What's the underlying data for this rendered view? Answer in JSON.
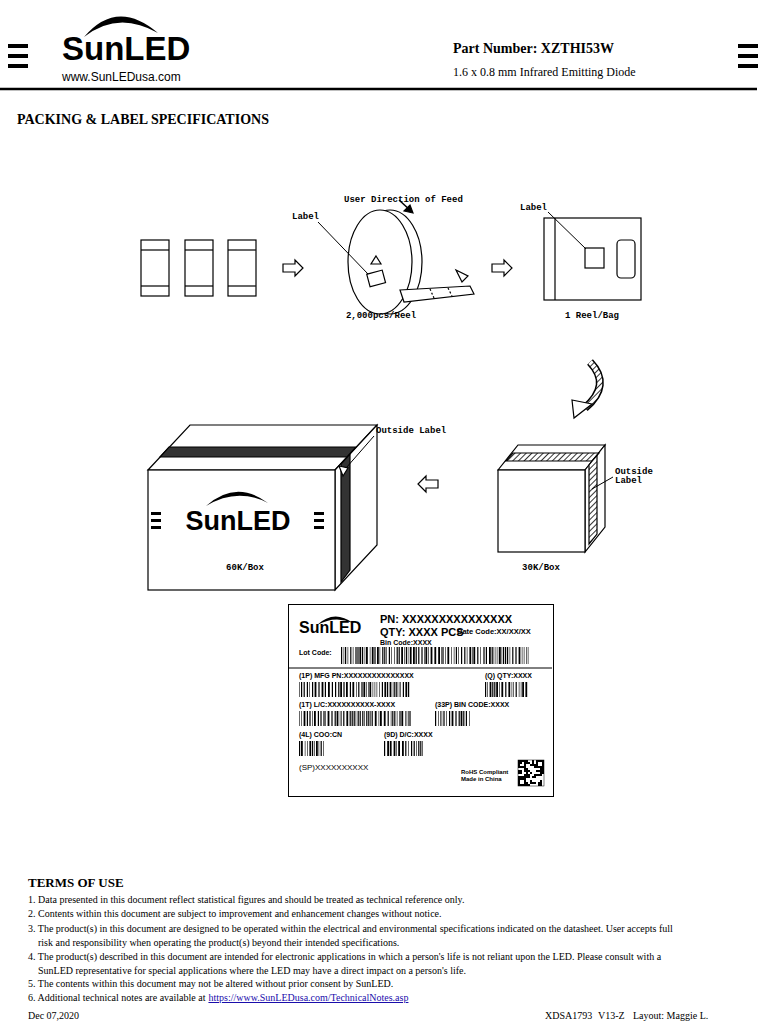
{
  "diagram": {
    "title": "PACKING & LABEL SPECIFICATIONS",
    "nodes": [
      {
        "text": [
          "SunLED",
          "PN: XXXXXXXXXXXXXXX",
          "QTY: XXXX PCS",
          "Date Code:XX/XX/XX",
          "Bin Code:XXXX",
          "Lot Code:",
          "(1P) MFG PN:XXXXXXXXXXXXXXX",
          "(Q) QTY:XXXX",
          "(1T) L/C:XXXXXXXXXX-XXXX",
          "(33P) BIN CODE:XXXX",
          "(4L) COO:CN",
          "(9D) D/C:XXXX",
          "(SP)XXXXXXXXXX",
          "RoHS Compliant Made in China"
        ]
      }
    ],
    "labels": [
      "SunLED",
      "www.SunLEDusa.com",
      "Part Number: XZTHI53W",
      "1.6 x 0.8 mm Infrared Emitting Diode",
      "User Direction of Feed",
      "Label",
      "2,000pcs/Reel",
      "Label",
      "1 Reel/Bag",
      "Outside Label",
      "SunLED",
      "60K/Box",
      "Outside Label",
      "30K/Box",
      "TERMS OF USE",
      "1. Data presented in this document reflect statistical figures and should be treated as technical reference only.",
      "2. Contents within this document are subject to improvement and enhancement changes without notice.",
      "3. The product(s) in this document are designed to be operated within the electrical and environmental specifications indicated on the datasheet. User accepts full risk and responsibility when operating the product(s) beyond their intended specifications.",
      "4. The product(s) described in this document are intended for electronic applications in which a person's life is not reliant upon the LED. Please consult with a SunLED representative for special applications where the LED may have a direct impact on a person's life.",
      "5. The contents within this document may not be altered without prior consent by SunLED.",
      "6. Additional technical notes are available at",
      "https://www.SunLEDusa.com/TechnicalNotes.asp",
      "Dec 07,2020",
      "XDSA1793",
      "V13-Z",
      "Layout: Maggie L."
    ]
  }
}
